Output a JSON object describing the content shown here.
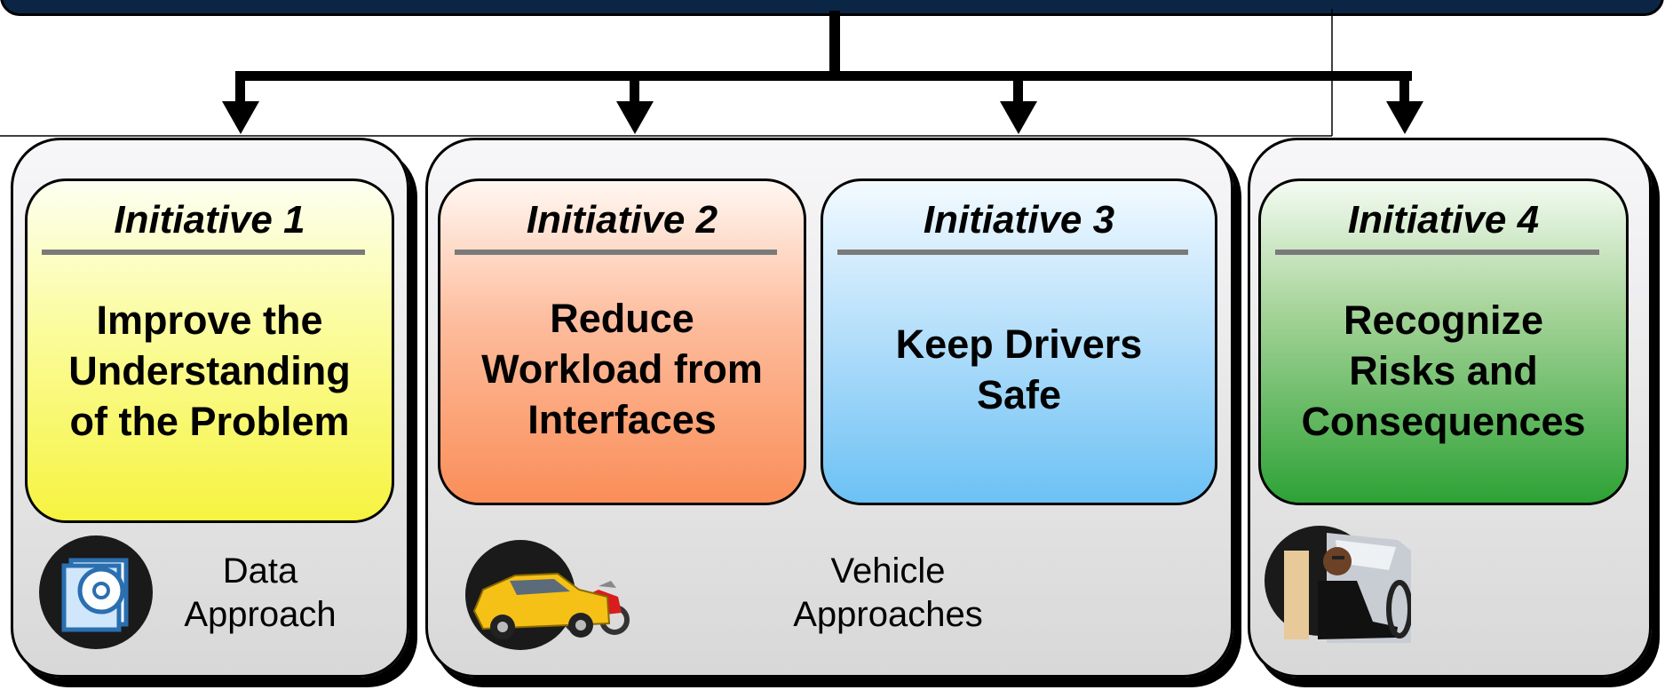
{
  "initiatives": [
    {
      "title": "Initiative 1",
      "lines": [
        "Improve the",
        "Understanding",
        "of the Problem"
      ]
    },
    {
      "title": "Initiative 2",
      "lines": [
        "Reduce",
        "Workload from",
        "Interfaces"
      ]
    },
    {
      "title": "Initiative 3",
      "lines": [
        "Keep Drivers",
        "Safe"
      ]
    },
    {
      "title": "Initiative 4",
      "lines": [
        "Recognize",
        "Risks and",
        "Consequences"
      ]
    }
  ],
  "groups": [
    {
      "approach_lines": [
        "Data",
        "Approach"
      ],
      "icon": "cd-disc-icon"
    },
    {
      "approach_lines": [
        "Vehicle",
        "Approaches"
      ],
      "icon": "car-motorcycle-icon"
    },
    {
      "approach_lines": [],
      "icon": "driver-at-wheel-icon"
    }
  ],
  "colors": {
    "banner": "#0b2545",
    "initiative_1": "#f6f340",
    "initiative_2": "#fa8e59",
    "initiative_3": "#6cc1f4",
    "initiative_4": "#2da235"
  }
}
